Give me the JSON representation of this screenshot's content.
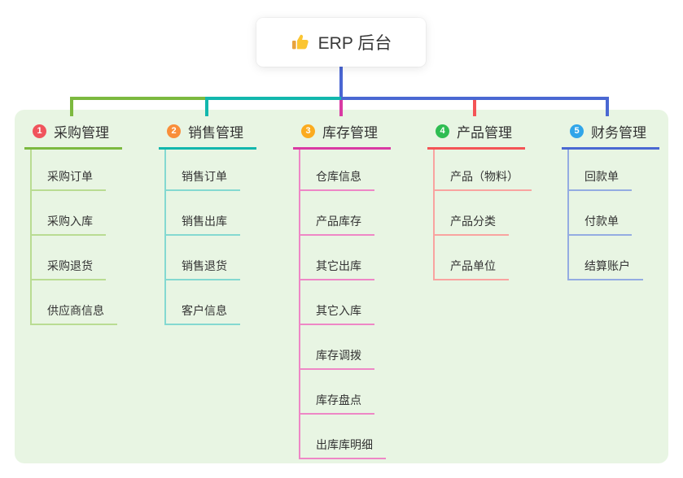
{
  "root": {
    "icon": "thumbs-up",
    "label": "ERP 后台"
  },
  "colors": {
    "panel_bg": "#e8f5e3",
    "root_line": "#4a66d3",
    "text": "#333333",
    "root_bg": "#ffffff"
  },
  "branches": [
    {
      "num": "1",
      "label": "采购管理",
      "badge_color": "#f0545c",
      "line_color": "#7cb93f",
      "child_line_color": "#b9dc92",
      "children": [
        "采购订单",
        "采购入库",
        "采购退货",
        "供应商信息"
      ]
    },
    {
      "num": "2",
      "label": "销售管理",
      "badge_color": "#f98e3a",
      "line_color": "#12b7ad",
      "child_line_color": "#84d9d1",
      "children": [
        "销售订单",
        "销售出库",
        "销售退货",
        "客户信息"
      ]
    },
    {
      "num": "3",
      "label": "库存管理",
      "badge_color": "#fbab1f",
      "line_color": "#d93aa3",
      "child_line_color": "#ee87c6",
      "children": [
        "仓库信息",
        "产品库存",
        "其它出库",
        "其它入库",
        "库存调拨",
        "库存盘点",
        "出库库明细"
      ]
    },
    {
      "num": "4",
      "label": "产品管理",
      "badge_color": "#2fbd52",
      "line_color": "#f45456",
      "child_line_color": "#f9a3a0",
      "children": [
        "产品（物料）",
        "产品分类",
        "产品单位"
      ]
    },
    {
      "num": "5",
      "label": "财务管理",
      "badge_color": "#30a5e9",
      "line_color": "#4a68d2",
      "child_line_color": "#94ace2",
      "children": [
        "回款单",
        "付款单",
        "结算账户"
      ]
    }
  ]
}
